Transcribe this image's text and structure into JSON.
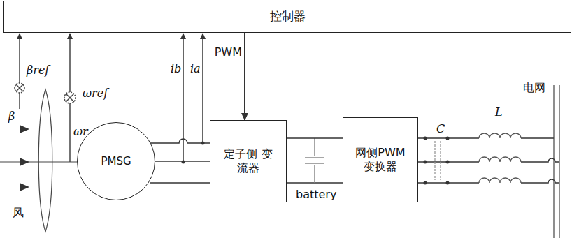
{
  "diagram": {
    "nodes": [
      {
        "text": [
          "控制器"
        ]
      },
      {
        "text": [
          "PMSG"
        ]
      },
      {
        "text": [
          "定子侧 变流器"
        ]
      },
      {
        "text": [
          "网侧PWM 变换器"
        ]
      }
    ],
    "edges": [
      {
        "from": 0,
        "to": 2,
        "arrow": "to",
        "label": "PWM"
      },
      {
        "from": 1,
        "to": 2,
        "arrow": "none"
      },
      {
        "from": 2,
        "to": 3,
        "arrow": "none"
      }
    ],
    "labels": [
      "βref",
      "β",
      "ωref",
      "ωr",
      "ib",
      "ia",
      "风",
      "battery",
      "C",
      "L",
      "电网"
    ]
  }
}
